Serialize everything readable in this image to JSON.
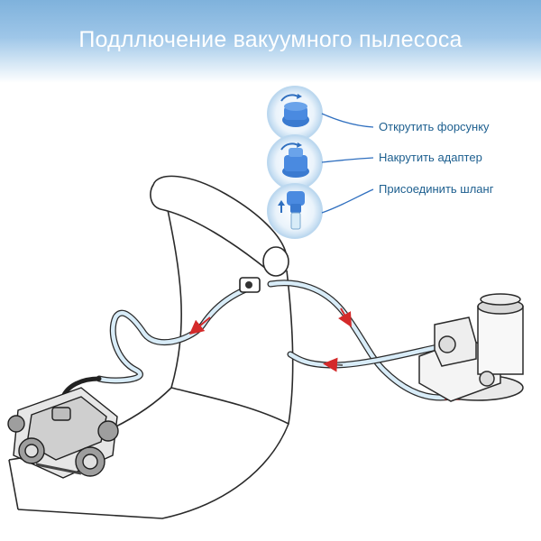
{
  "header": {
    "title": "Подллючение вакуумного пылесоса"
  },
  "steps": [
    {
      "label": "Открутить форсунку",
      "icon": "nozzle-unscrew-icon"
    },
    {
      "label": "Накрутить адаптер",
      "icon": "adapter-screw-icon"
    },
    {
      "label": "Присоединить шланг",
      "icon": "hose-attach-icon"
    }
  ],
  "colors": {
    "banner": "#8dbbe2",
    "accent_blue": "#2f6fbf",
    "label_text": "#1d5f8f",
    "hose": "#cfe6f5",
    "flow_arrow": "#d42a2a"
  }
}
